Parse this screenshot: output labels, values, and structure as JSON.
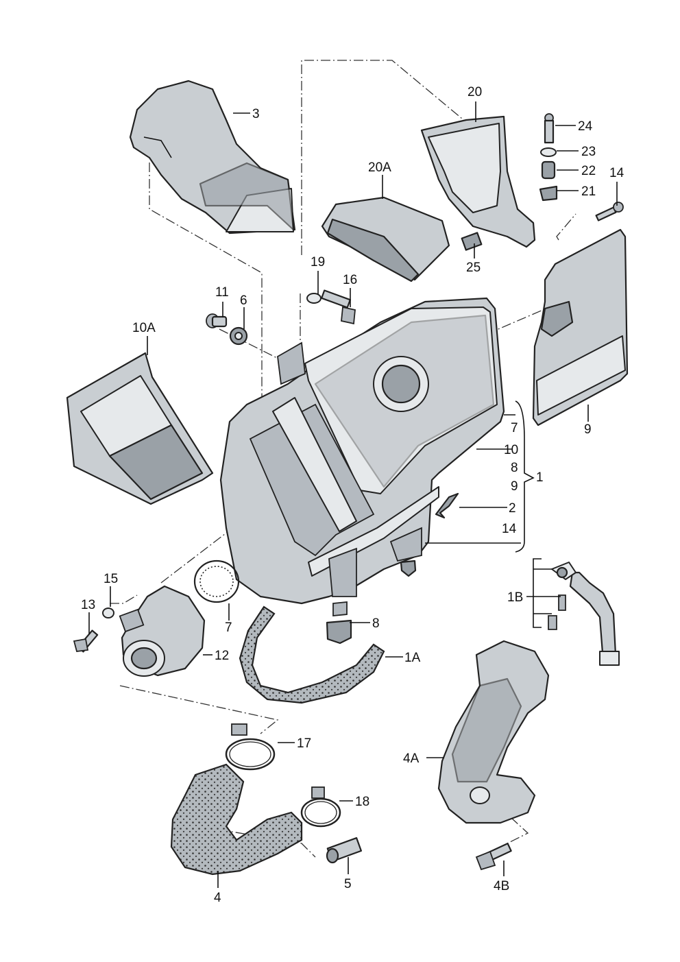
{
  "callouts": {
    "c1": "1",
    "c1A": "1A",
    "c1B": "1B",
    "c2": "2",
    "c3": "3",
    "c4": "4",
    "c4A": "4A",
    "c4B": "4B",
    "c5": "5",
    "c6": "6",
    "c7a": "7",
    "c7b": "7",
    "c8a": "8",
    "c8b": "8",
    "c9a": "9",
    "c9b": "9",
    "c10": "10",
    "c10A": "10A",
    "c11": "11",
    "c12": "12",
    "c13": "13",
    "c14a": "14",
    "c14b": "14",
    "c15": "15",
    "c16": "16",
    "c17": "17",
    "c18": "18",
    "c19": "19",
    "c20": "20",
    "c20A": "20A",
    "c21": "21",
    "c22": "22",
    "c23": "23",
    "c24": "24",
    "c25": "25"
  }
}
